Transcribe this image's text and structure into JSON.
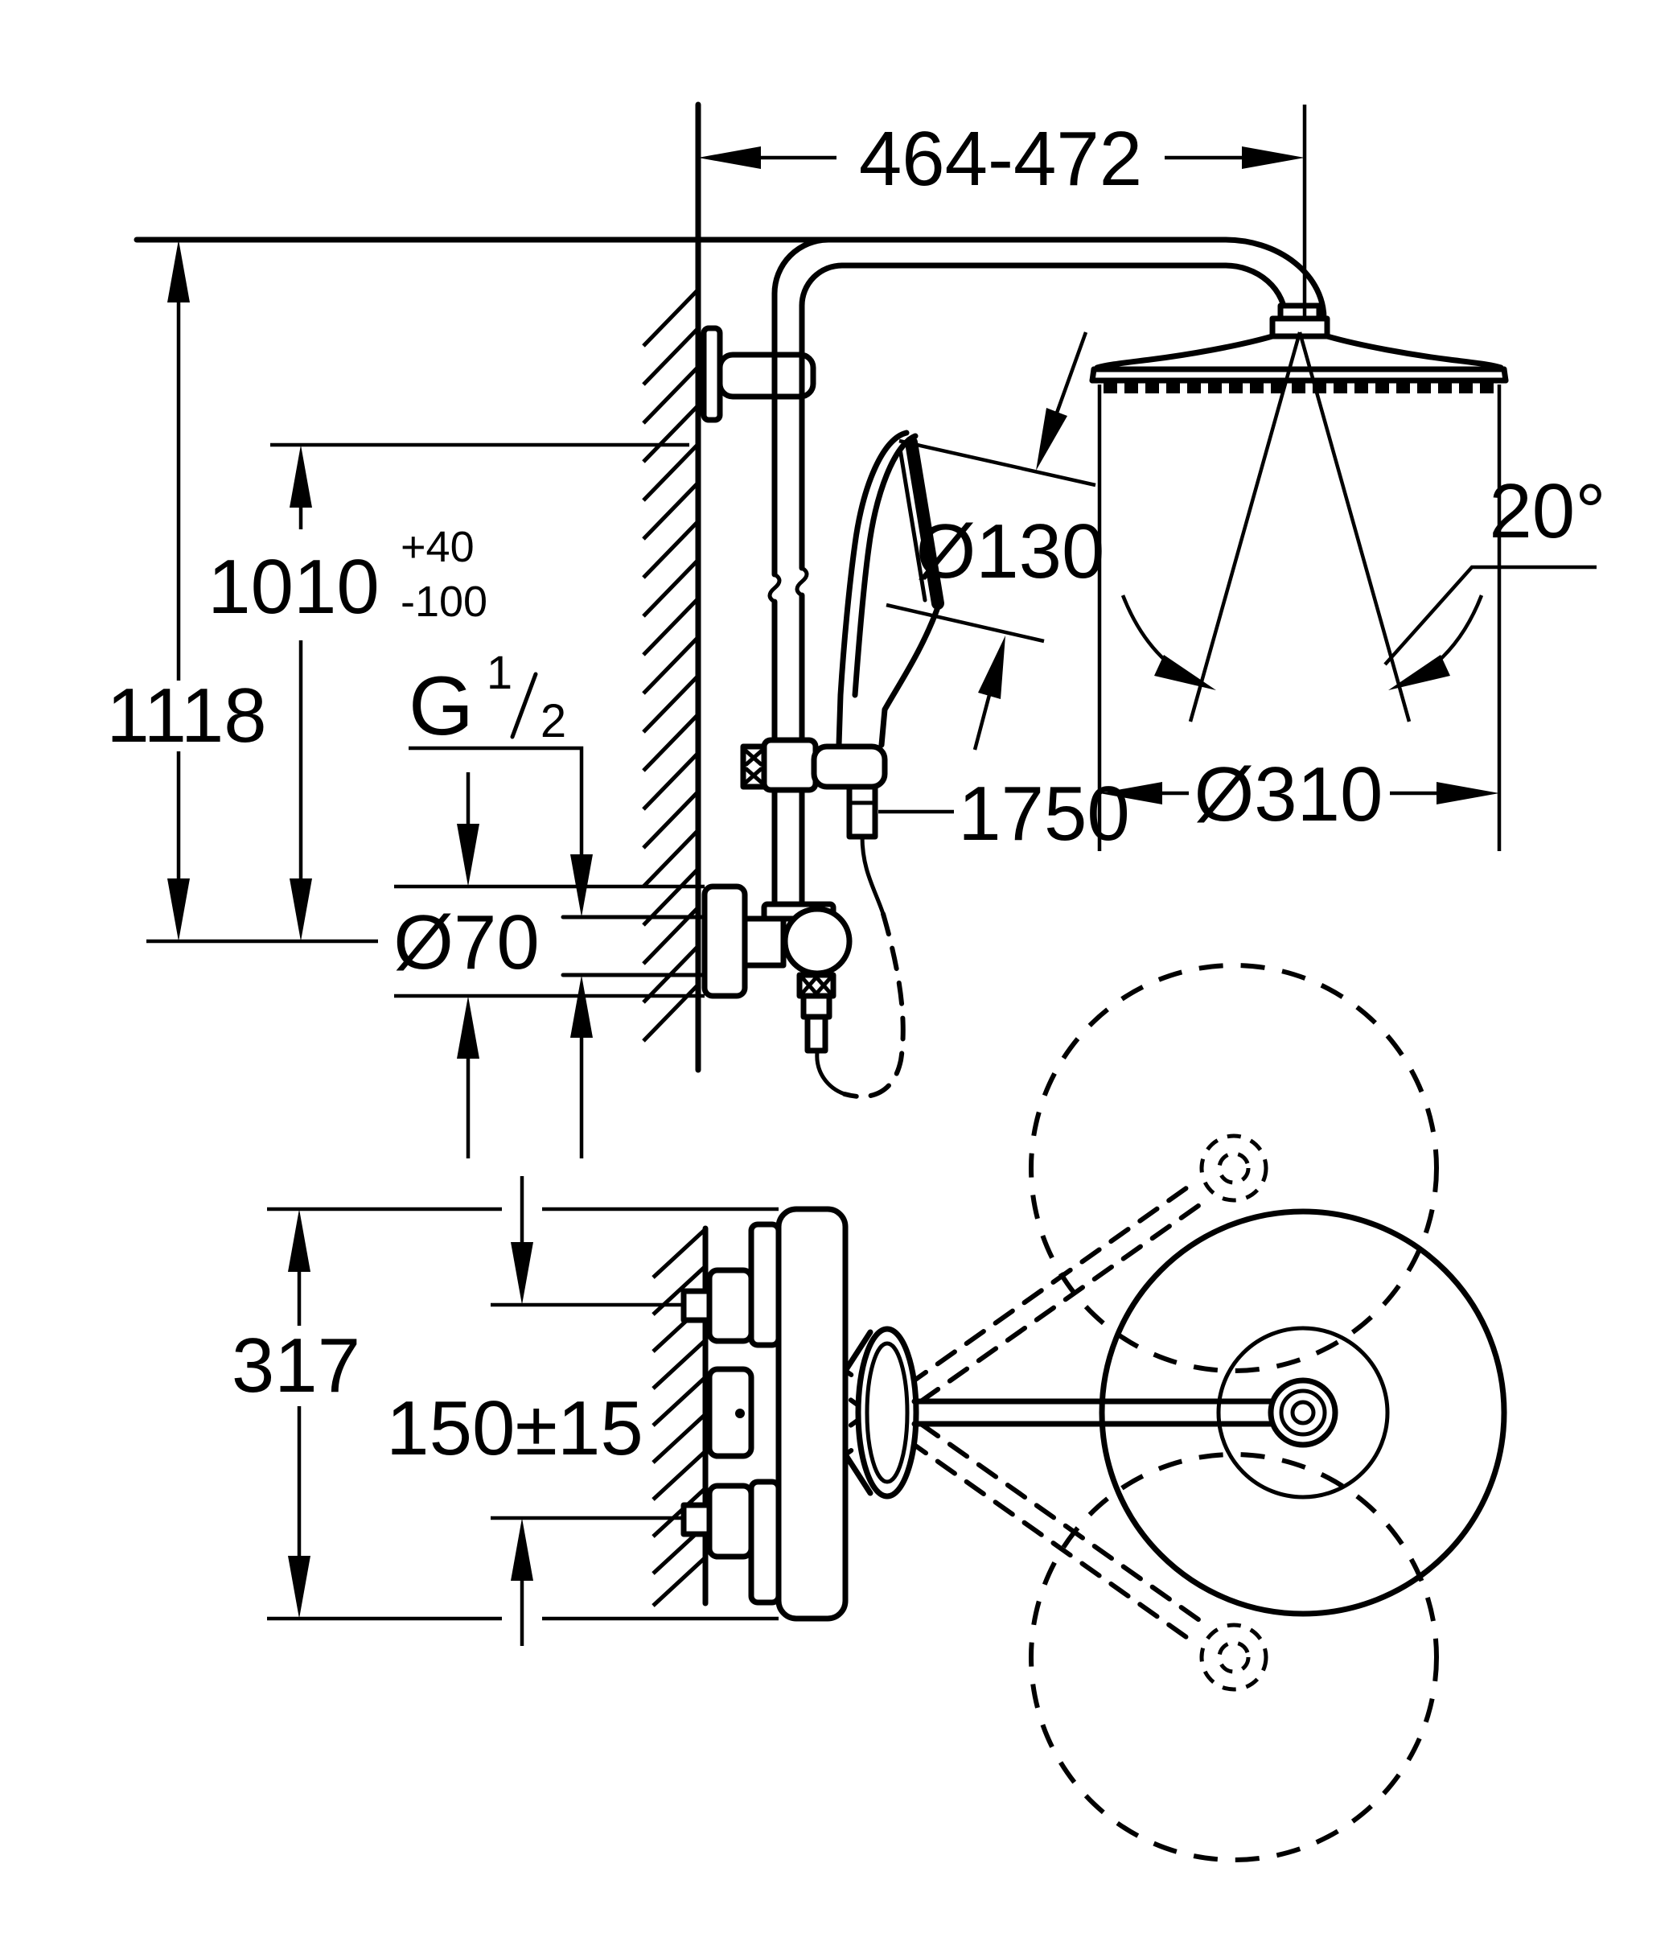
{
  "diagram": {
    "title": "shower-system-dimensional-drawing",
    "colors": {
      "line": "#000000",
      "background": "#ffffff"
    },
    "labels": {
      "installation_width": "464-472",
      "height_nominal": "1010",
      "height_tol_plus": "+40",
      "height_tol_minus": "-100",
      "overall_height": "1118",
      "thread_g": "G",
      "thread_num": "1",
      "thread_den": "2",
      "escutcheon_diameter": "Ø70",
      "handshower_diameter": "Ø130",
      "hose_length": "1750",
      "head_tilt_angle": "20°",
      "headshower_diameter": "Ø310",
      "valve_length_plan": "317",
      "supply_center_distance": "150±15"
    }
  }
}
